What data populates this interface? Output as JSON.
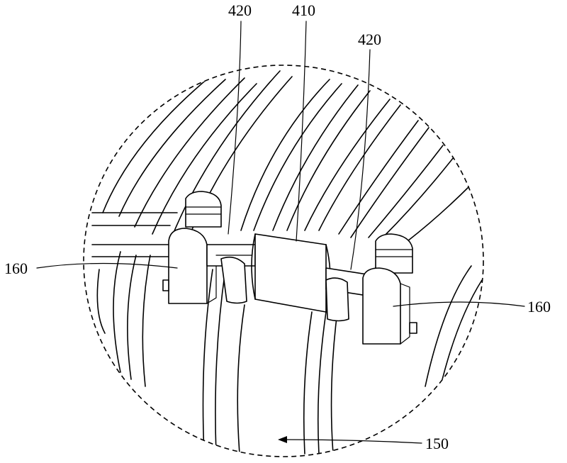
{
  "labels": {
    "l420_left": "420",
    "l410": "410",
    "l420_right": "420",
    "l160_left": "160",
    "l160_right": "160",
    "l150": "150"
  }
}
